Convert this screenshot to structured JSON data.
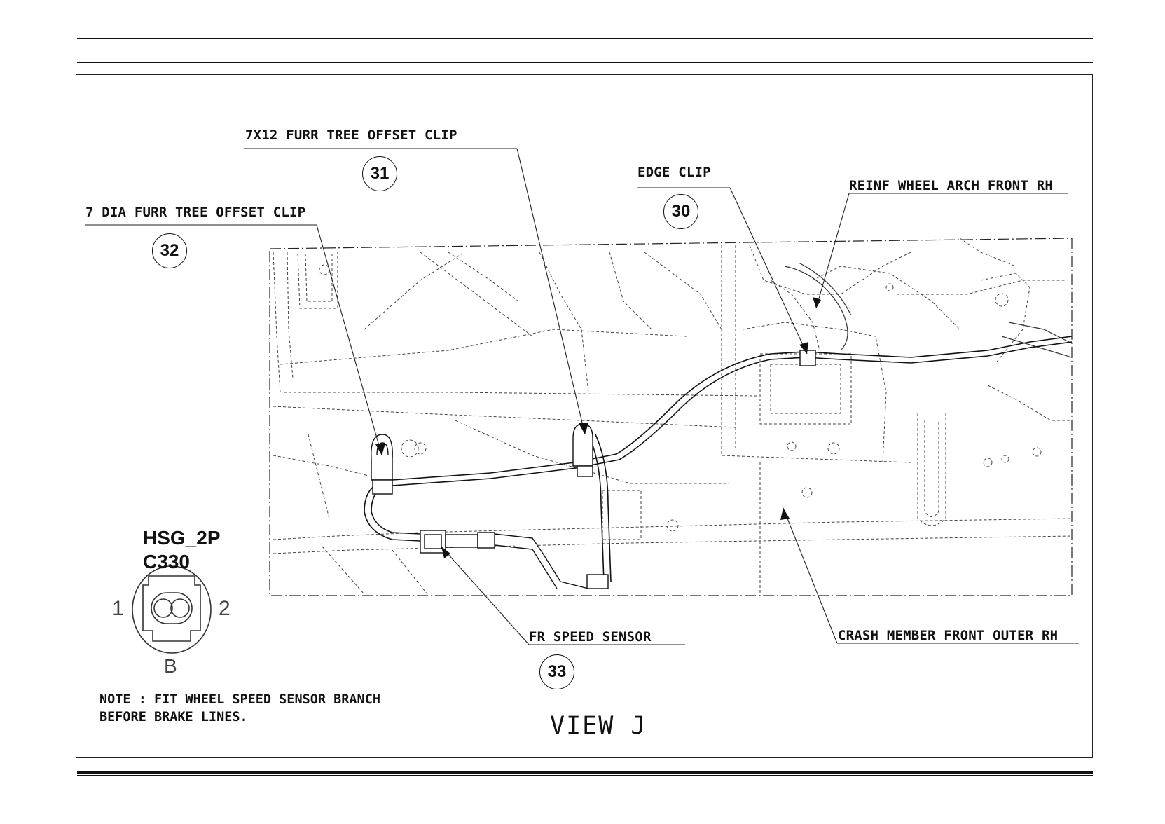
{
  "callouts": {
    "c31_label": "7X12  FURR TREE OFFSET CLIP",
    "c31_num": "31",
    "c32_label": "7 DIA FURR TREE OFFSET CLIP",
    "c32_num": "32",
    "c30_label": "EDGE CLIP",
    "c30_num": "30",
    "reinf_label": "REINF WHEEL ARCH FRONT RH",
    "c33_label": "FR SPEED SENSOR",
    "c33_num": "33",
    "crash_label": "CRASH MEMBER FRONT OUTER RH"
  },
  "connector": {
    "housing": "HSG_2P",
    "id": "C330",
    "pin_1": "1",
    "pin_2": "2",
    "view_letter": "B"
  },
  "note": {
    "line1": "NOTE : FIT WHEEL SPEED SENSOR BRANCH",
    "line2": "BEFORE BRAKE LINES."
  },
  "view_title": "VIEW J"
}
